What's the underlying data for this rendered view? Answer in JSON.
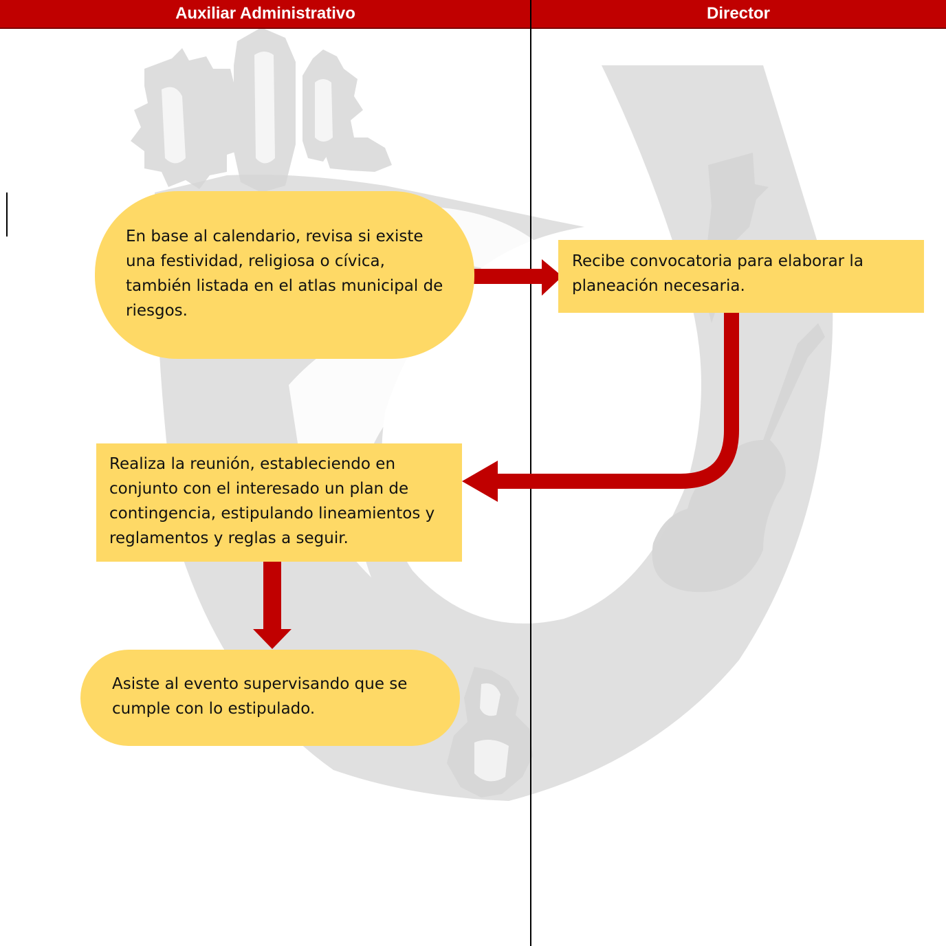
{
  "lanes": [
    {
      "label": "Auxiliar Administrativo"
    },
    {
      "label": "Director"
    }
  ],
  "colors": {
    "header_bg": "#c00000",
    "node_fill": "#fed966",
    "arrow": "#c00000",
    "divider": "#000000",
    "watermark": "#d5d5d5"
  },
  "watermark": {
    "emblem": "municipal-shield-emblem",
    "motifs": [
      "cactus",
      "violin",
      "cowboy-figure",
      "gear-border"
    ]
  },
  "nodes": [
    {
      "id": "n1",
      "lane": "Auxiliar Administrativo",
      "shape": "rounded",
      "text": "En base al calendario, revisa si existe una festividad, religiosa o cívica, también listada en el atlas municipal de riesgos."
    },
    {
      "id": "n2",
      "lane": "Director",
      "shape": "rectangle",
      "text": "Recibe convocatoria para elaborar la planeación necesaria."
    },
    {
      "id": "n3",
      "lane": "Auxiliar Administrativo",
      "shape": "rectangle",
      "text": "Realiza la reunión, estableciendo en conjunto con el interesado un plan de contingencia, estipulando lineamientos y reglamentos y reglas a seguir."
    },
    {
      "id": "n4",
      "lane": "Auxiliar Administrativo",
      "shape": "rounded",
      "text": "Asiste al evento supervisando que se cumple con lo estipulado."
    }
  ],
  "edges": [
    {
      "from": "n1",
      "to": "n2"
    },
    {
      "from": "n2",
      "to": "n3"
    },
    {
      "from": "n3",
      "to": "n4"
    }
  ]
}
